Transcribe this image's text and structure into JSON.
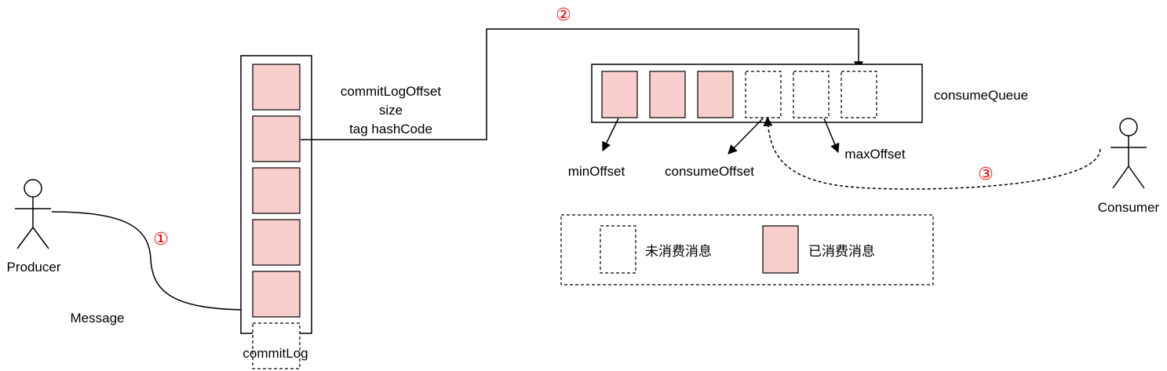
{
  "colors": {
    "consumed_fill": "#f8cecc",
    "stroke": "#000000",
    "step_marker": "#ff0000"
  },
  "actors": {
    "producer": {
      "label": "Producer",
      "icon": "stick-figure-icon"
    },
    "consumer": {
      "label": "Consumer",
      "icon": "stick-figure-icon"
    }
  },
  "message_label": "Message",
  "commit_log": {
    "label": "commitLog",
    "slots": [
      "consumed",
      "consumed",
      "consumed",
      "consumed",
      "consumed",
      "unconsumed"
    ]
  },
  "entry_fields": [
    "commitLogOffset",
    "size",
    "tag hashCode"
  ],
  "consume_queue": {
    "label": "consumeQueue",
    "slots": [
      "consumed",
      "consumed",
      "consumed",
      "unconsumed",
      "unconsumed",
      "unconsumed"
    ]
  },
  "pointers": {
    "min_offset": "minOffset",
    "consume_offset": "consumeOffset",
    "max_offset": "maxOffset"
  },
  "steps": [
    "①",
    "②",
    "③"
  ],
  "legend": {
    "unconsumed": "未消费消息",
    "consumed": "已消费消息"
  }
}
